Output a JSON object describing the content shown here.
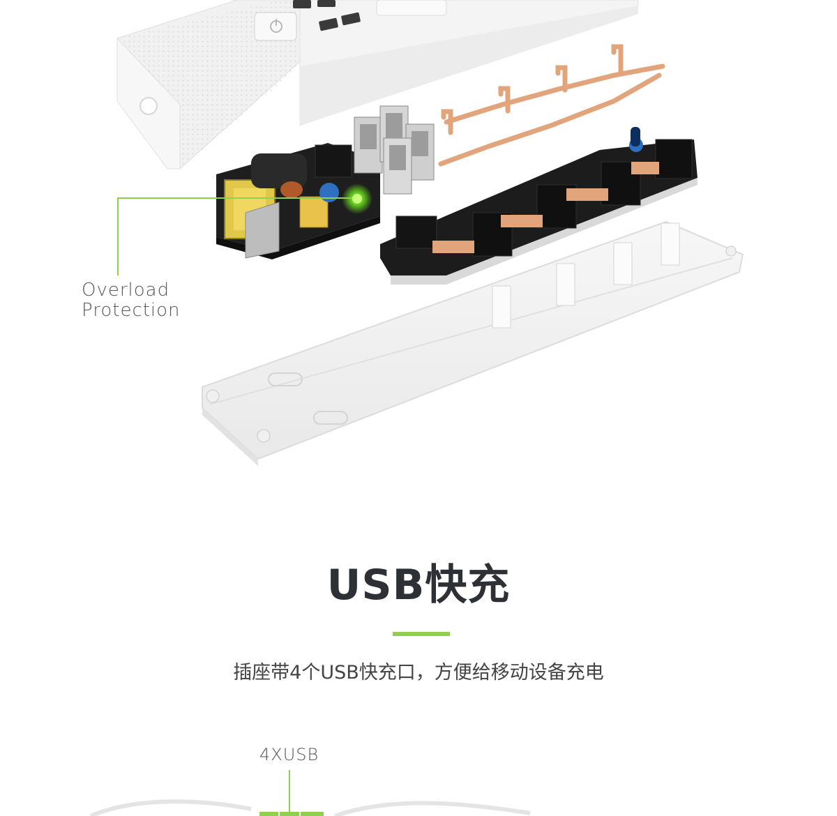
{
  "annotations": {
    "overload": {
      "line1": "Overload",
      "line2": "Protection"
    },
    "usb_count": "4XUSB"
  },
  "section": {
    "title": "USB快充",
    "subtitle": "插座带4个USB快充口，方便给移动设备充电"
  },
  "colors": {
    "accent": "#8fd14f",
    "title": "#2d3035",
    "pcb": "#1c1c1c",
    "copper": "#e8a57a",
    "casing": "#f3f3f3"
  },
  "icons": [
    "power-icon",
    "usb-port-icon"
  ]
}
